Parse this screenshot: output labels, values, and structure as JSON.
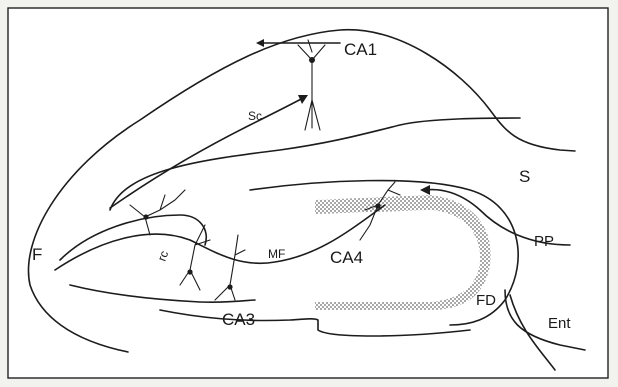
{
  "labels": {
    "ca1": "CA1",
    "sc": "Sc",
    "s": "S",
    "f": "F",
    "pp": "PP",
    "mf": "MF",
    "rc": "rc",
    "ca4": "CA4",
    "fd": "FD",
    "ca3": "CA3",
    "ent": "Ent"
  }
}
